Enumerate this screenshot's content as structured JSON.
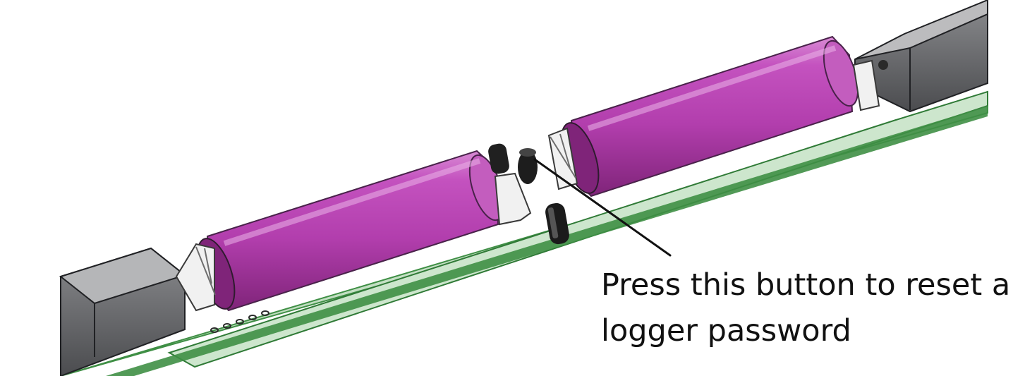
{
  "colors": {
    "board": "#cfe8cf",
    "board_edge": "#3f8f45",
    "cell_body": "#b43fae",
    "cell_dark": "#8e2d8a",
    "cell_light": "#d37acf",
    "end_cap": "#6f7073",
    "end_cap_dark": "#2f3033",
    "button": "#1b1b1b"
  },
  "icons": {
    "left_end_cap": "end-cap",
    "right_end_cap": "end-cap",
    "battery_1": "battery-cell",
    "battery_2": "battery-cell",
    "reset_button": "push-button",
    "callout_leader": "leader-line"
  },
  "callout": {
    "line1": "Press this button to reset a",
    "line2": "logger password"
  }
}
